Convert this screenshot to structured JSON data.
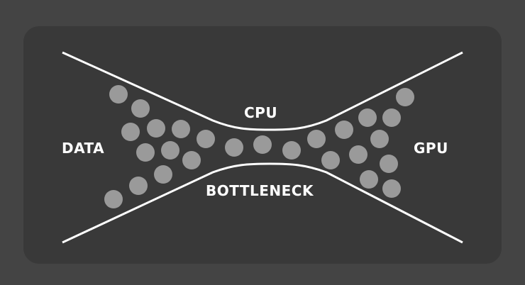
{
  "labels": {
    "data": "DATA",
    "cpu": "CPU",
    "gpu": "GPU",
    "bottleneck": "BOTTLENECK"
  },
  "colors": {
    "background": "#444444",
    "panel": "#393939",
    "particle": "#9a9a9a",
    "line": "#ffffff"
  }
}
